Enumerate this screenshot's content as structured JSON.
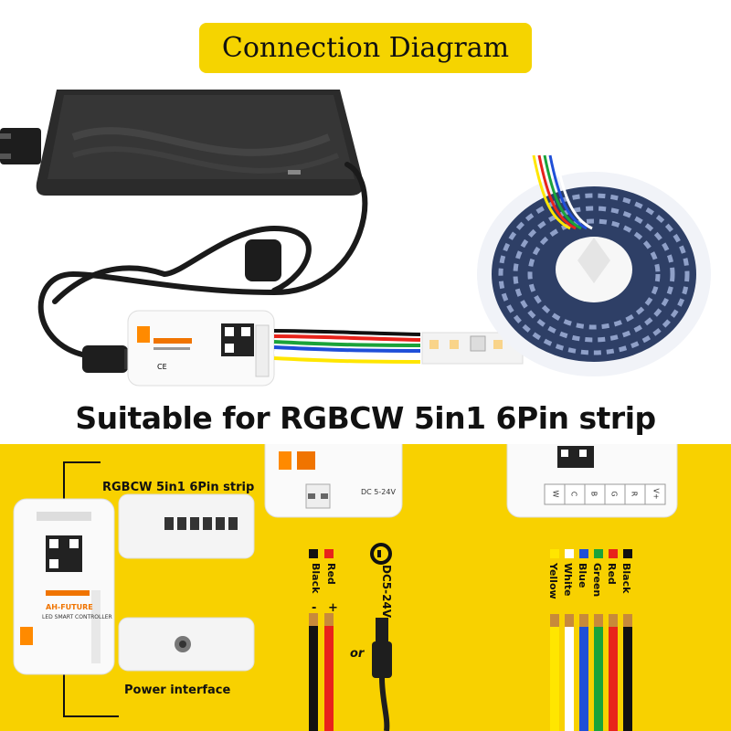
{
  "title": "Connection Diagram",
  "headline": "Suitable for RGBCW 5in1 6Pin strip",
  "controller": {
    "brand": "AH-FUTURE",
    "subtitle": "LED SMART CONTROLLER",
    "voltage": "DC 5-24V",
    "terminal_pins": [
      "V+",
      "R",
      "G",
      "B",
      "C",
      "W"
    ]
  },
  "labels": {
    "strip_port": "RGBCW 5in1 6Pin strip",
    "power_interface": "Power interface",
    "or": "or",
    "dc_input": "DC5-24V"
  },
  "power_wires": [
    {
      "name": "Black",
      "sign": "-",
      "color": "#111111"
    },
    {
      "name": "Red",
      "sign": "+",
      "color": "#e8231b"
    }
  ],
  "strip_wires": [
    {
      "name": "Yellow",
      "color": "#ffe600"
    },
    {
      "name": "White",
      "color": "#ffffff"
    },
    {
      "name": "Blue",
      "color": "#1f4fd8"
    },
    {
      "name": "Green",
      "color": "#1aa33a"
    },
    {
      "name": "Red",
      "color": "#e8231b"
    },
    {
      "name": "Black",
      "color": "#111111"
    }
  ],
  "colors": {
    "accent_yellow": "#f8d100",
    "title_yellow": "#f5d400"
  }
}
